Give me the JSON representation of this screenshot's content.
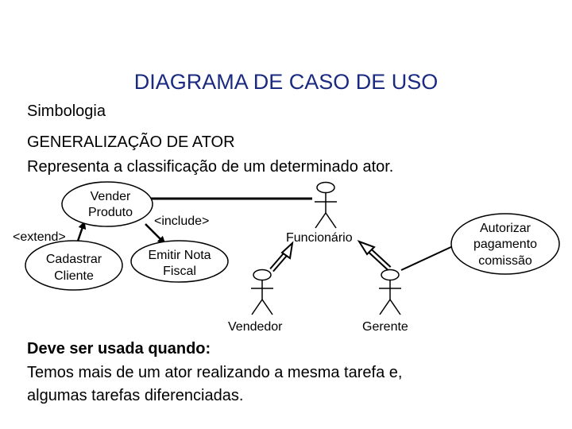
{
  "slide": {
    "title": "DIAGRAMA DE CASO DE USO",
    "subtitle": "Simbologia",
    "heading": "GENERALIZAÇÃO DE ATOR",
    "description": "Representa a classificação de um determinado ator."
  },
  "diagram": {
    "use_cases": {
      "vender_produto": [
        "Vender",
        "Produto"
      ],
      "cadastrar_cliente": [
        "Cadastrar",
        "Cliente"
      ],
      "emitir_nota_fiscal": [
        "Emitir Nota",
        "Fiscal"
      ],
      "autorizar_pagamento": [
        "Autorizar",
        "pagamento",
        "comissão"
      ]
    },
    "relations": {
      "extend": "<extend>",
      "include": "<include>"
    },
    "actors": {
      "funcionario": "Funcionário",
      "vendedor": "Vendedor",
      "gerente": "Gerente"
    }
  },
  "usage": {
    "heading": "Deve ser usada quando:",
    "line1": "Temos mais de um ator realizando a mesma tarefa e,",
    "line2": "algumas tarefas diferenciadas."
  }
}
